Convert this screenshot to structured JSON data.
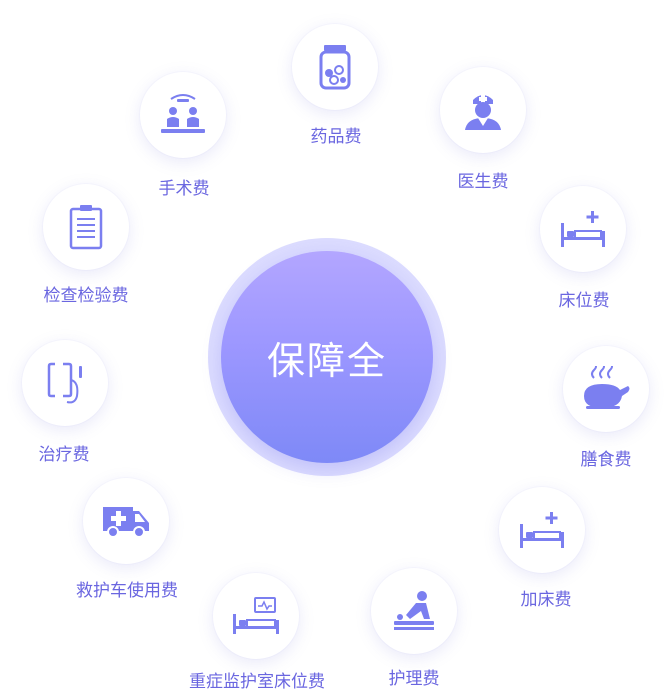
{
  "center": {
    "label": "保障全"
  },
  "items": [
    {
      "label": "药品费",
      "icon": "medicine-bottle-icon"
    },
    {
      "label": "医生费",
      "icon": "nurse-icon"
    },
    {
      "label": "床位费",
      "icon": "hospital-bed-icon"
    },
    {
      "label": "膳食费",
      "icon": "roast-chicken-icon"
    },
    {
      "label": "加床费",
      "icon": "extra-bed-icon"
    },
    {
      "label": "护理费",
      "icon": "caregiver-icon"
    },
    {
      "label": "重症监护室床位费",
      "icon": "icu-bed-monitor-icon"
    },
    {
      "label": "救护车使用费",
      "icon": "ambulance-icon"
    },
    {
      "label": "治疗费",
      "icon": "iv-drip-icon"
    },
    {
      "label": "检查检验费",
      "icon": "clipboard-report-icon"
    },
    {
      "label": "手术费",
      "icon": "surgery-icon"
    }
  ],
  "colors": {
    "accent": "#6a66e0",
    "icon": "#7b7ff0",
    "center_top": "#b3a6ff",
    "center_bottom": "#7e89f7"
  }
}
